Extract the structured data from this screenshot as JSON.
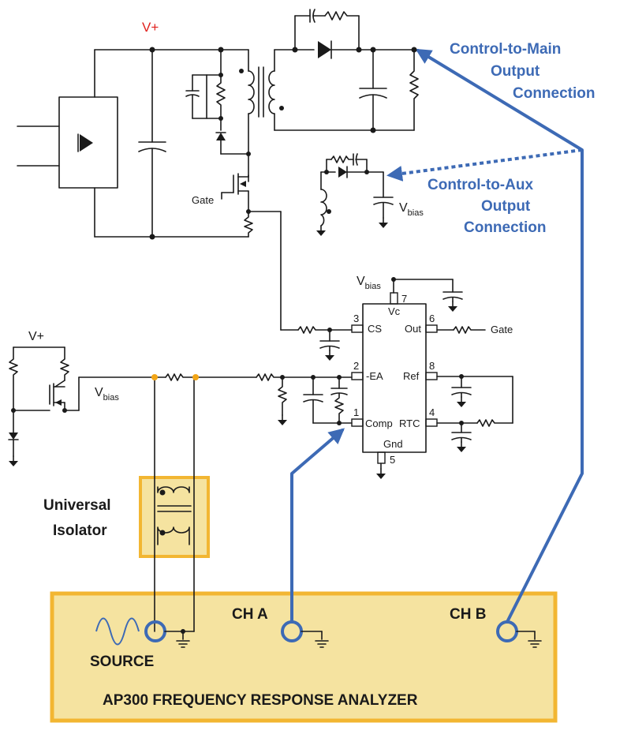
{
  "labels": {
    "vplus_top": "V+",
    "vplus_left": "V+",
    "gate_left": "Gate",
    "gate_right": "Gate",
    "vbias_main": "V",
    "vbias_main_sub": "bias",
    "vbias_left": "V",
    "vbias_left_sub": "bias",
    "vbias_ic": "V",
    "vbias_ic_sub": "bias",
    "control_main_1": "Control-to-Main",
    "control_main_2": "Output",
    "control_main_3": "Connection",
    "control_aux_1": "Control-to-Aux",
    "control_aux_2": "Output",
    "control_aux_3": "Connection",
    "isolator_1": "Universal",
    "isolator_2": "Isolator",
    "source": "SOURCE",
    "ch_a": "CH A",
    "ch_b": "CH B",
    "analyzer": "AP300 FREQUENCY RESPONSE ANALYZER"
  },
  "ic": {
    "pins": [
      {
        "num": "3",
        "name": "CS"
      },
      {
        "num": "2",
        "name": "-EA"
      },
      {
        "num": "1",
        "name": "Comp"
      },
      {
        "num": "6",
        "name": "Out"
      },
      {
        "num": "8",
        "name": "Ref"
      },
      {
        "num": "4",
        "name": "RTC"
      },
      {
        "num": "7",
        "name": "Vc"
      },
      {
        "num": "5",
        "name": "Gnd"
      }
    ]
  },
  "colors": {
    "accent_blue": "#3d6ab5",
    "panel_fill": "#f5e3a0",
    "panel_border": "#f2b632",
    "vplus_red": "#e0201c",
    "junction_orange": "#f2a516"
  }
}
